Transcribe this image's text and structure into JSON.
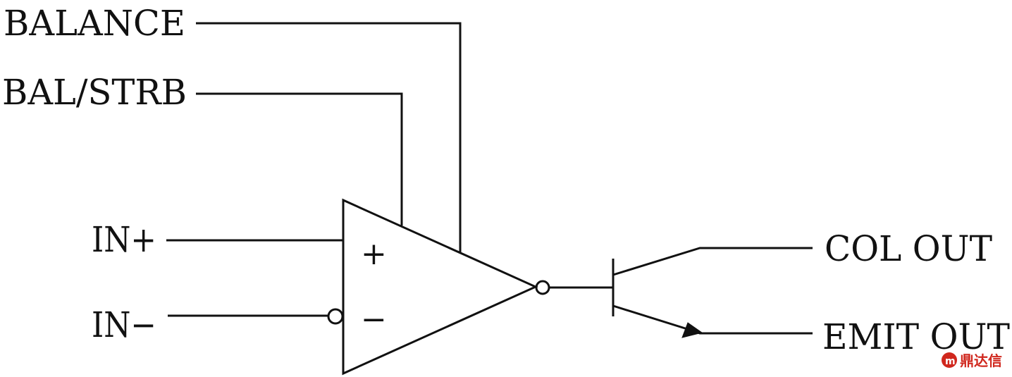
{
  "labels": {
    "balance": "BALANCE",
    "bal_strb": "BAL/STRB",
    "in_plus": "IN+",
    "in_minus": "IN−",
    "col_out": "COL OUT",
    "emit_out": "EMIT OUT"
  },
  "symbols": {
    "plus": "+",
    "minus": "−"
  },
  "watermark": {
    "text": "鼎达信",
    "color": "#d0271d"
  }
}
